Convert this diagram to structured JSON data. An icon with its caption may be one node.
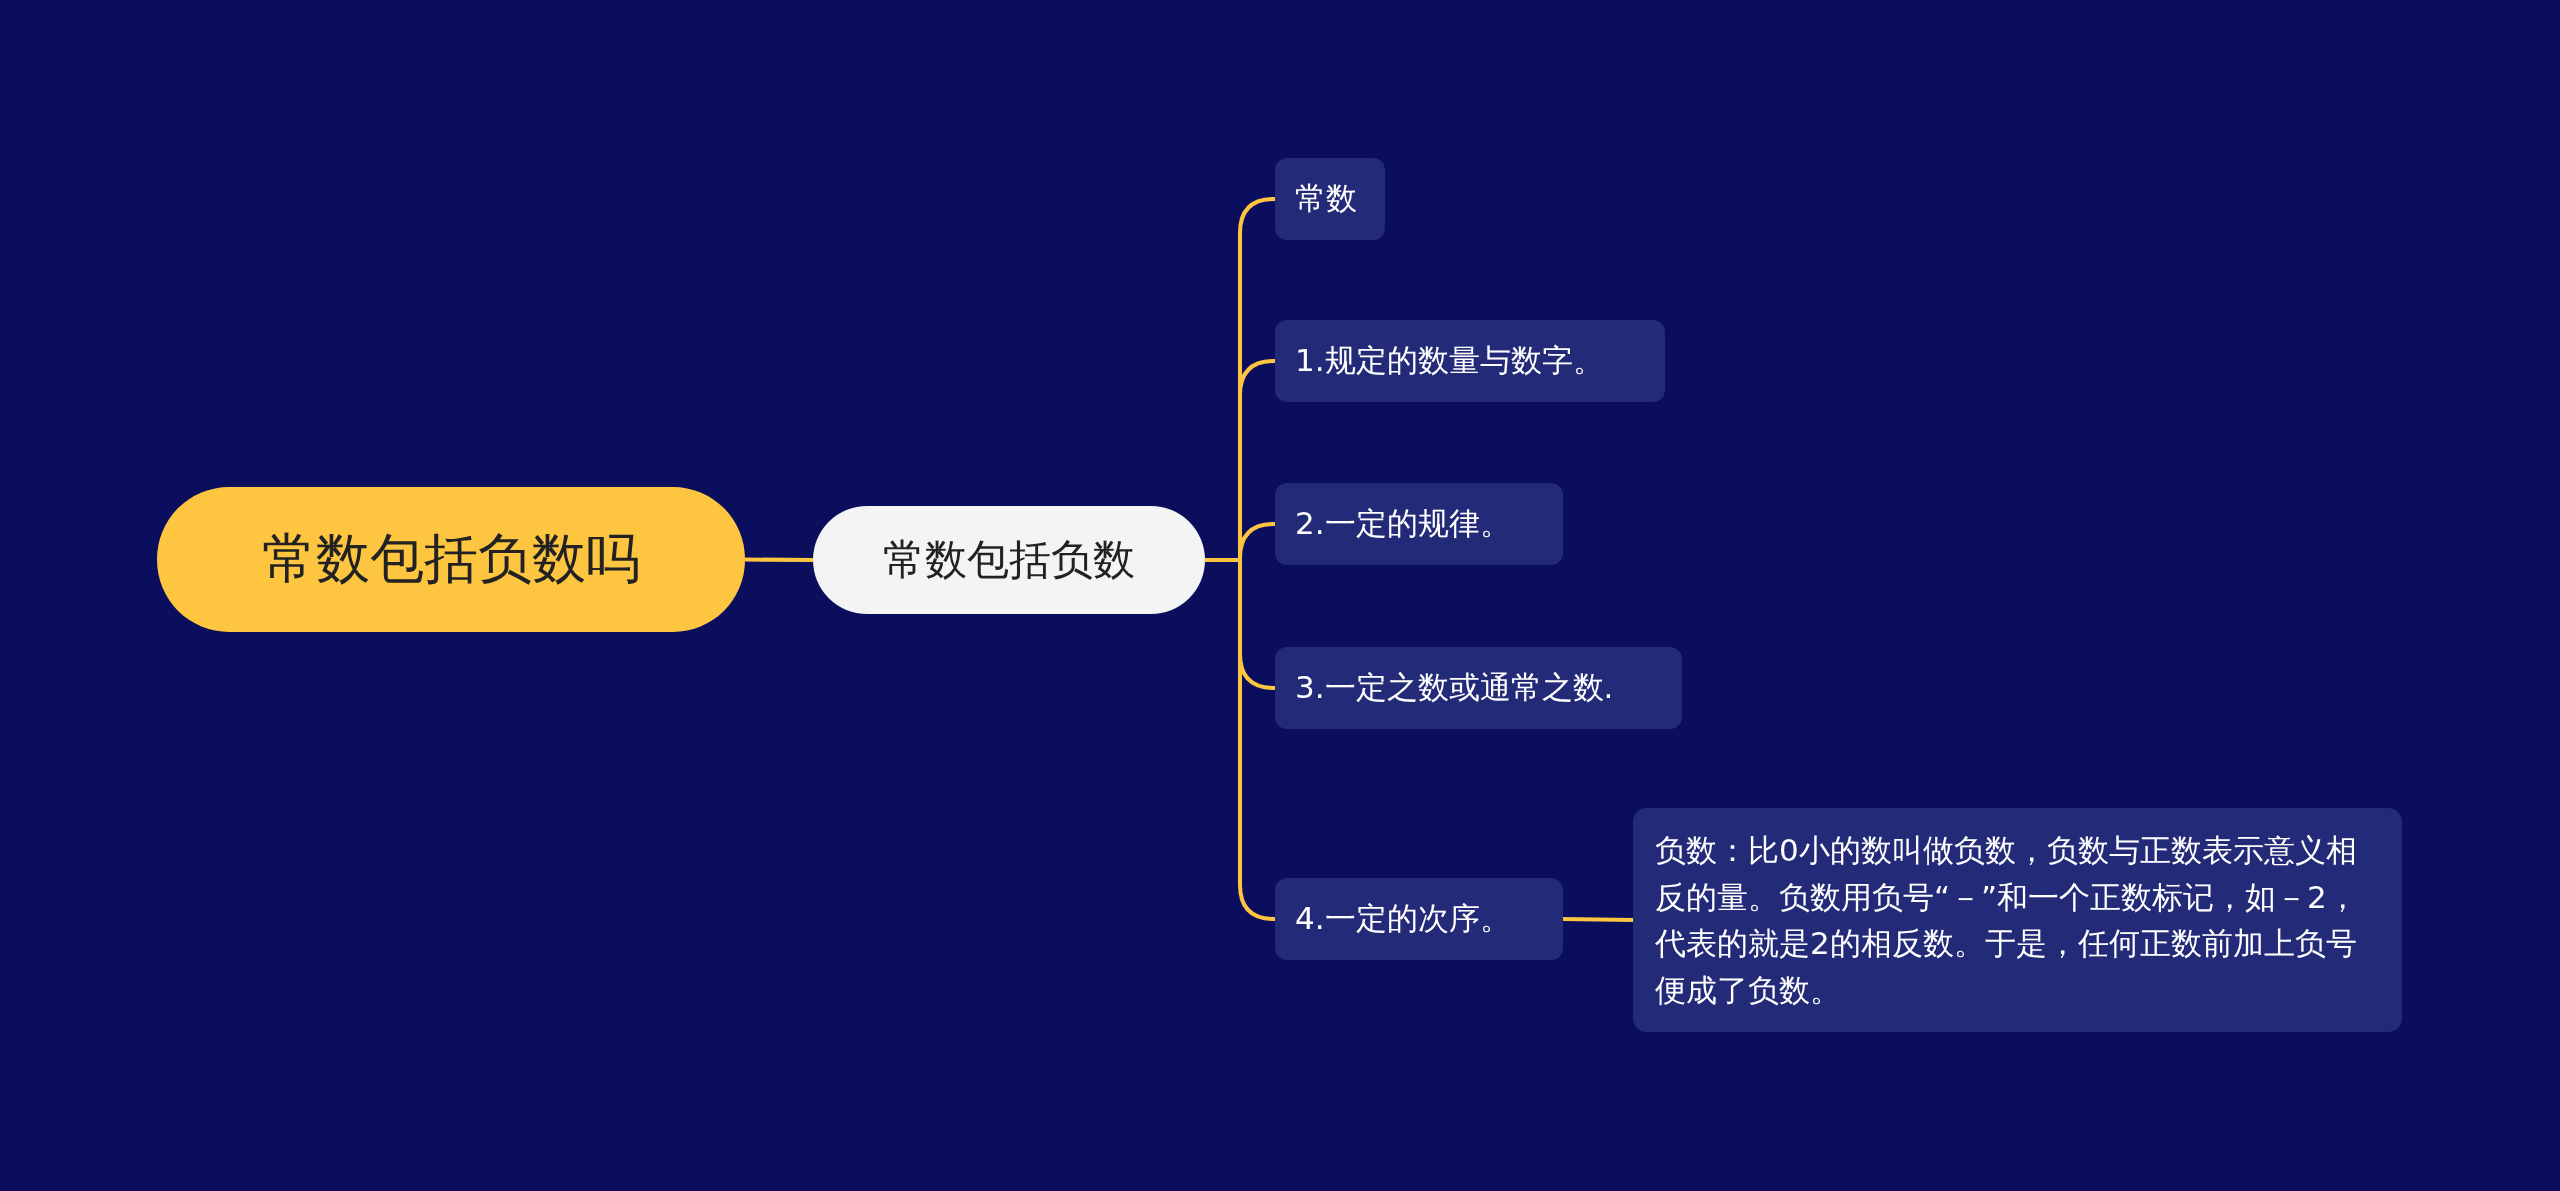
{
  "diagram": {
    "nodes": [
      {
        "text": [
          "常数包括负数吗"
        ]
      },
      {
        "text": [
          "常数包括负数"
        ]
      },
      {
        "text": [
          "常数"
        ]
      },
      {
        "text": [
          "1.规定的数量与数字。"
        ]
      },
      {
        "text": [
          "2.一定的规律。"
        ]
      },
      {
        "text": [
          "3.一定之数或通常之数."
        ]
      },
      {
        "text": [
          "4.一定的次序。"
        ]
      },
      {
        "text": [
          "负数：比0小的数叫做负数，负数与正数表示意义相反的量。负数用负号“－”和一个正数标记，如－2，代表的就是2的相反数。于是，任何正数前加上负号便成了负数。"
        ]
      }
    ],
    "edges": [
      {
        "from": 0,
        "to": 1,
        "arrow": "none"
      },
      {
        "from": 1,
        "to": 2,
        "arrow": "none"
      },
      {
        "from": 1,
        "to": 3,
        "arrow": "none"
      },
      {
        "from": 1,
        "to": 4,
        "arrow": "none"
      },
      {
        "from": 1,
        "to": 5,
        "arrow": "none"
      },
      {
        "from": 1,
        "to": 6,
        "arrow": "none"
      },
      {
        "from": 6,
        "to": 7,
        "arrow": "none"
      }
    ]
  }
}
